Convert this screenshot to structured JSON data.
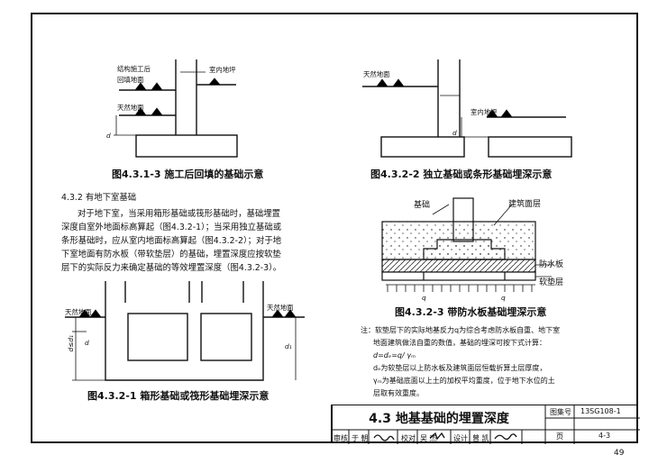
{
  "figure_1": {
    "caption": "图4.3.1-3 施工后回填的基础示意",
    "label_backfill_line1": "结构施工后",
    "label_backfill_line2": "回填地面",
    "label_indoor": "室内地坪",
    "label_natural": "天然地面",
    "label_d": "d"
  },
  "figure_2": {
    "caption": "图4.3.2-2 独立基础或条形基础埋深示意",
    "label_natural": "天然地面",
    "label_indoor": "室内地坪",
    "label_d": "d"
  },
  "figure_3": {
    "caption": "图4.3.2-3 带防水板基础埋深示意",
    "label_foundation": "基础",
    "label_floor_layer": "建筑面层",
    "label_waterproof": "防水板",
    "label_soft": "软垫层",
    "label_q": "q"
  },
  "figure_4": {
    "caption": "图4.3.2-1 箱形基础或筏形基础埋深示意",
    "label_natural_left": "天然地面",
    "label_natural_right": "天然地面",
    "label_d_ineq": "d≤d₁",
    "label_d": "d",
    "label_d1": "d₁"
  },
  "body_text": {
    "heading": "4.3.2 有地下室基础",
    "lines": [
      "对于地下室，当采用箱形基础或筏形基础时，基础埋置",
      "深度自室外地面标高算起（图4.3.2-1）；当采用独立基础或",
      "条形基础时，应从室内地面标高算起（图4.3.2-2）；对于地",
      "下室地面有防水板（带软垫层）的基础，埋置深度应按软垫",
      "层下的实际反力来确定基础的等效埋置深度（图4.3.2-3）。"
    ]
  },
  "note": {
    "lines": [
      "注：软垫层下的实际地基反力q为综合考虑防水板自重、地下室",
      "地面建筑做法自重的数值，基础的埋深可按下式计算：",
      "d=dₑ=q/ γₘ",
      "dₑ为软垫层以上防水板及建筑面层恒载折算土层厚度，",
      "γₘ为基础底面以上土的加权平均重度，位于地下水位的土",
      "层取有效重度。"
    ]
  },
  "title_block": {
    "title": "4.3 地基基础的埋置深度",
    "atlas_label": "图集号",
    "atlas_no": "13SG108-1",
    "page_label": "页",
    "page_value": "4-3",
    "review_label": "审核",
    "reviewer": "于 朝",
    "check_label": "校对",
    "checker": "吴 杰",
    "design_label": "设计",
    "designer": "曾 凯"
  },
  "page_number": "49"
}
